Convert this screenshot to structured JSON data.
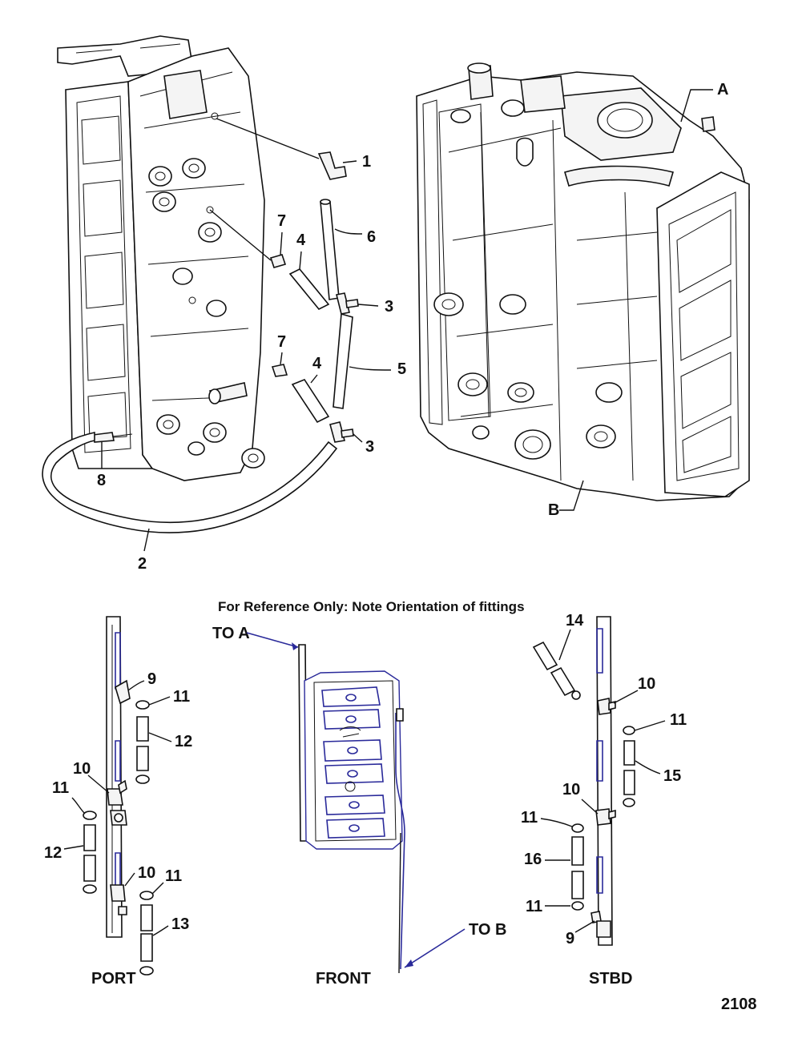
{
  "diagram": {
    "callouts": {
      "c1": "1",
      "c2": "2",
      "c3a": "3",
      "c3b": "3",
      "c4a": "4",
      "c4b": "4",
      "c5": "5",
      "c6": "6",
      "c7a": "7",
      "c7b": "7",
      "c8": "8",
      "cA": "A",
      "cB": "B"
    },
    "reference_note": "For Reference Only:  Note Orientation of  fittings",
    "port": {
      "title": "PORT",
      "callouts": {
        "c9": "9",
        "c10a": "10",
        "c10b": "10",
        "c11a": "11",
        "c11b": "11",
        "c11c": "11",
        "c12a": "12",
        "c12b": "12",
        "c13": "13"
      }
    },
    "front": {
      "title": "FRONT",
      "to_a": "TO A",
      "to_b": "TO B"
    },
    "stbd": {
      "title": "STBD",
      "callouts": {
        "c14": "14",
        "c10a": "10",
        "c10b": "10",
        "c11a": "11",
        "c11b": "11",
        "c11c": "11",
        "c15": "15",
        "c16": "16",
        "c9": "9"
      }
    },
    "figure_number": "2108"
  }
}
